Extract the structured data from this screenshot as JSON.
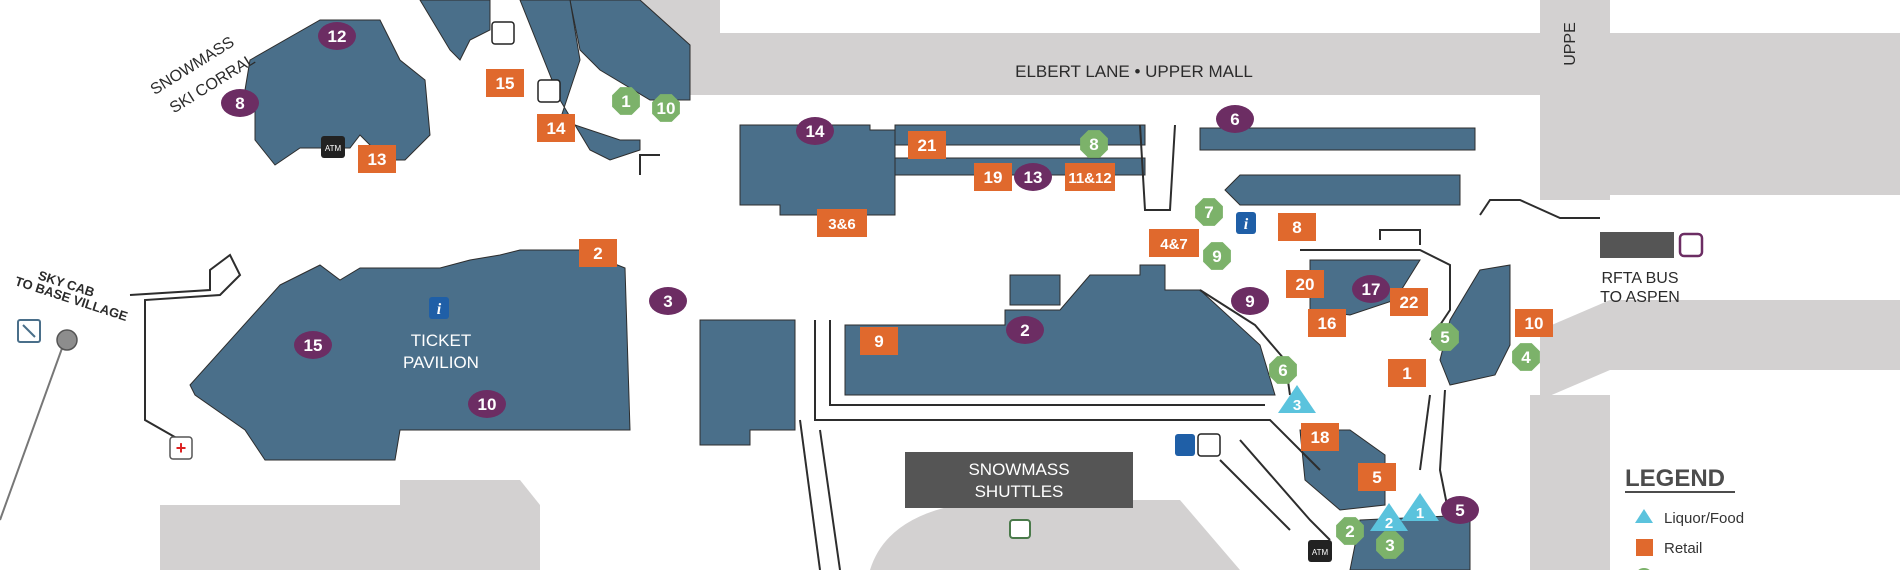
{
  "colors": {
    "building": "#4a6f8a",
    "road": "#d3d1d1",
    "outline": "#2d2d2d",
    "retail": "#e0692d",
    "purple": "#6c2d63",
    "green": "#7cb26a",
    "food": "#5bc3dd",
    "shuttle_box": "#555555"
  },
  "labels": {
    "street": "ELBERT LANE • UPPER MALL",
    "upper_cut": "UPPE",
    "ski_corral_1": "SNOWMASS",
    "ski_corral_2": "SKI CORRAL",
    "skycab_1": "SKY CAB",
    "skycab_2": "TO BASE VILLAGE",
    "ticket_1": "TICKET",
    "ticket_2": "PAVILION",
    "shuttles_1": "SNOWMASS",
    "shuttles_2": "SHUTTLES",
    "rfta_1": "RFTA BUS",
    "rfta_2": "TO ASPEN",
    "atm": "ATM"
  },
  "legend": {
    "title": "LEGEND",
    "items": [
      {
        "label": "Liquor/Food",
        "icon": "triangle"
      },
      {
        "label": "Retail",
        "icon": "square"
      }
    ]
  },
  "markers": {
    "retail": [
      "15",
      "14",
      "13",
      "21",
      "19",
      "11&12",
      "3&6",
      "2",
      "4&7",
      "8",
      "20",
      "16",
      "22",
      "10",
      "1",
      "9",
      "18",
      "5"
    ],
    "purple": [
      "12",
      "8",
      "14",
      "13",
      "6",
      "3",
      "15",
      "10",
      "2",
      "9",
      "17",
      "5"
    ],
    "green": [
      "1",
      "10",
      "8",
      "7",
      "9",
      "6",
      "5",
      "4",
      "2",
      "3"
    ],
    "food": [
      "3",
      "2",
      "1"
    ]
  }
}
